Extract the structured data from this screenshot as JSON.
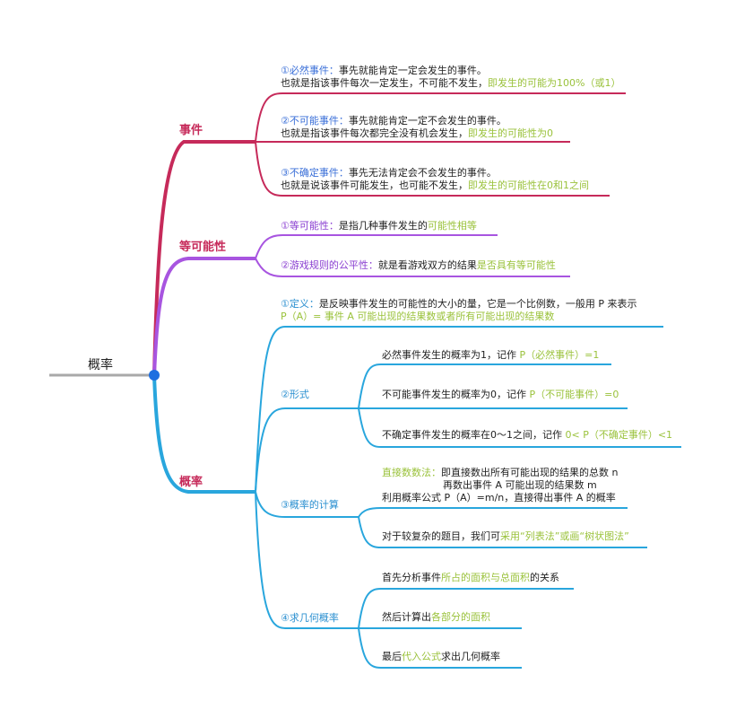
{
  "root": "概率",
  "branches": {
    "event": {
      "label": "事件",
      "items": [
        {
          "num": "①",
          "key": "必然事件",
          "colon": "：",
          "line1": "事先就能肯定一定会发生的事件。",
          "line2a": "也就是指该事件每次一定发生，不可能不发生，",
          "line2g": "即发生的可能为100%（或1）"
        },
        {
          "num": "②",
          "key": "不可能事件",
          "colon": "：",
          "line1": "事先就能肯定一定不会发生的事件。",
          "line2a": "也就是指该事件每次都完全没有机会发生，",
          "line2g": "即发生的可能性为0"
        },
        {
          "num": "③",
          "key": "不确定事件",
          "colon": "：",
          "line1": "事先无法肯定会不会发生的事件。",
          "line2a": "也就是说该事件可能发生，也可能不发生，",
          "line2g": "即发生的可能性在0和1之间"
        }
      ]
    },
    "equal": {
      "label": "等可能性",
      "items": [
        {
          "num": "①",
          "key": "等可能性",
          "colon": "：",
          "text": "是指几种事件发生的",
          "green": "可能性相等"
        },
        {
          "num": "②",
          "key": "游戏规则的公平性",
          "colon": "：",
          "text": "就是看游戏双方的结果",
          "green": "是否具有等可能性"
        }
      ]
    },
    "prob": {
      "label": "概率",
      "definition": {
        "num": "①",
        "key": "定义",
        "colon": "：",
        "line1": "是反映事件发生的可能性的大小的量，它是一个比例数，一般用 P 来表示",
        "line2": "P（A）= 事件 A 可能出现的结果数或者所有可能出现的结果数"
      },
      "form": {
        "label": "②形式",
        "items": [
          {
            "text": "必然事件发生的概率为1，记作 ",
            "green": "P（必然事件）=1"
          },
          {
            "text": "不可能事件发生的概率为0，记作 ",
            "green": "P（不可能事件）=0"
          },
          {
            "text": "不确定事件发生的概率在0～1之间，记作 ",
            "green": "0< P（不确定事件）<1"
          }
        ]
      },
      "calc": {
        "label": "③概率的计算",
        "direct_key": "直接数数法",
        "direct_colon": "：",
        "direct_line1": "即直接数出所有可能出现的结果的总数 n",
        "direct_line2": "再数出事件 A 可能出现的结果数 m",
        "direct_line3": "利用概率公式 P（A）=m/n，直接得出事件 A 的概率",
        "complex_text": "对于较复杂的题目，我们可",
        "complex_green": "采用“列表法”或画“树状图法”"
      },
      "geo": {
        "label": "④求几何概率",
        "items": [
          {
            "pre": "首先分析事件",
            "green": "所占的面积与总面积",
            "post": "的关系"
          },
          {
            "pre": "然后计算出",
            "green": "各部分的面积",
            "post": ""
          },
          {
            "pre": "最后",
            "green": "代入公式",
            "post": "求出几何概率"
          }
        ]
      }
    }
  },
  "colors": {
    "event": "#c62a5a",
    "equal": "#a855e0",
    "prob": "#29a6dd",
    "root_dot": "#1e6fe0",
    "green": "#9ac23b"
  }
}
